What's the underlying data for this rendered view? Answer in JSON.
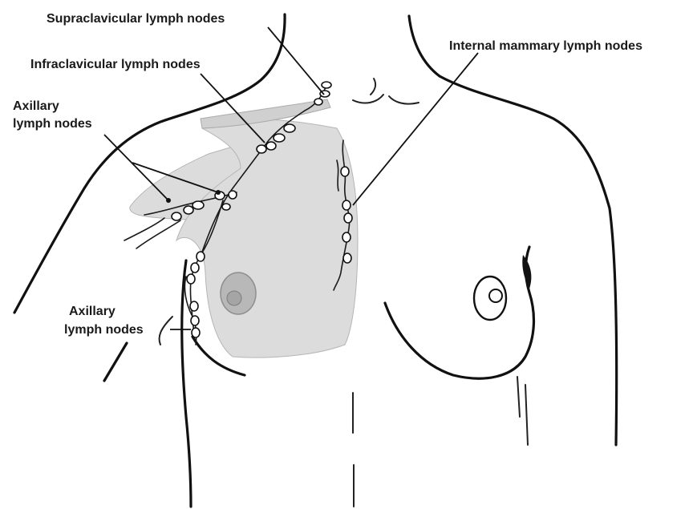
{
  "labels": {
    "supraclavicular": "Supraclavicular lymph nodes",
    "infraclavicular": "Infraclavicular lymph nodes",
    "axillary_upper_line1": "Axillary",
    "axillary_upper_line2": "lymph nodes",
    "internal_mammary": "Internal mammary lymph nodes",
    "axillary_lower_line1": "Axillary",
    "axillary_lower_line2": "lymph nodes"
  },
  "colors": {
    "outline": "#111111",
    "breast_tissue_fill": "#dcdcdc",
    "areola_fill": "#b8b8b8",
    "background": "#ffffff"
  }
}
